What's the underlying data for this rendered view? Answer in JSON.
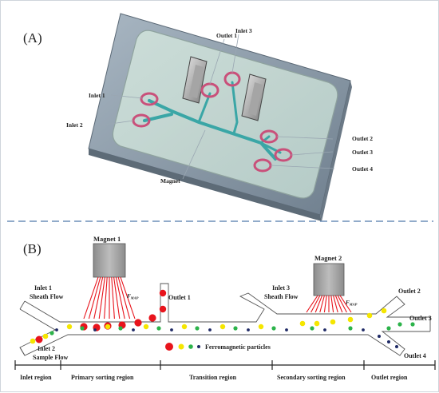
{
  "panel_a": {
    "label": "(A)",
    "callouts": {
      "outlet1": "Outlet 1",
      "inlet3": "Inlet 3",
      "inlet1": "Inlet 1",
      "inlet2": "Inlet 2",
      "outlet2": "Outlet 2",
      "outlet3": "Outlet 3",
      "outlet4": "Outlet 4",
      "magnet": "Magnet"
    }
  },
  "panel_b": {
    "label": "(B)",
    "magnet1": "Magnet 1",
    "magnet2": "Magnet 2",
    "force1": "F",
    "force1_sub": "MAP",
    "force2": "F",
    "force2_sub": "MAP",
    "outlet1": "Outlet 1",
    "outlet2": "Outlet 2",
    "outlet3": "Outlet 3",
    "outlet4": "Outlet 4",
    "inlet1_l1": "Inlet 1",
    "inlet1_l2": "Sheath Flow",
    "inlet2_l1": "Inlet 2",
    "inlet2_l2": "Sample Flow",
    "inlet3_l1": "Inlet 3",
    "inlet3_l2": "Sheath Flow",
    "legend": "Ferromagnetic particles",
    "regions": [
      "Inlet region",
      "Primary sorting region",
      "Transition region",
      "Secondary sorting region",
      "Outlet region"
    ]
  },
  "colors": {
    "red_particle": "#e8141c",
    "yellow_particle": "#f5e600",
    "green_particle": "#2cb34a",
    "navy_particle": "#1f2a66",
    "magnet_gray": "#a6a6a6",
    "device_gray": "#8d9caa",
    "channel_teal": "#3aa6a6",
    "port_pink": "#c9507a",
    "divider_blue": "#6d8fb8"
  }
}
